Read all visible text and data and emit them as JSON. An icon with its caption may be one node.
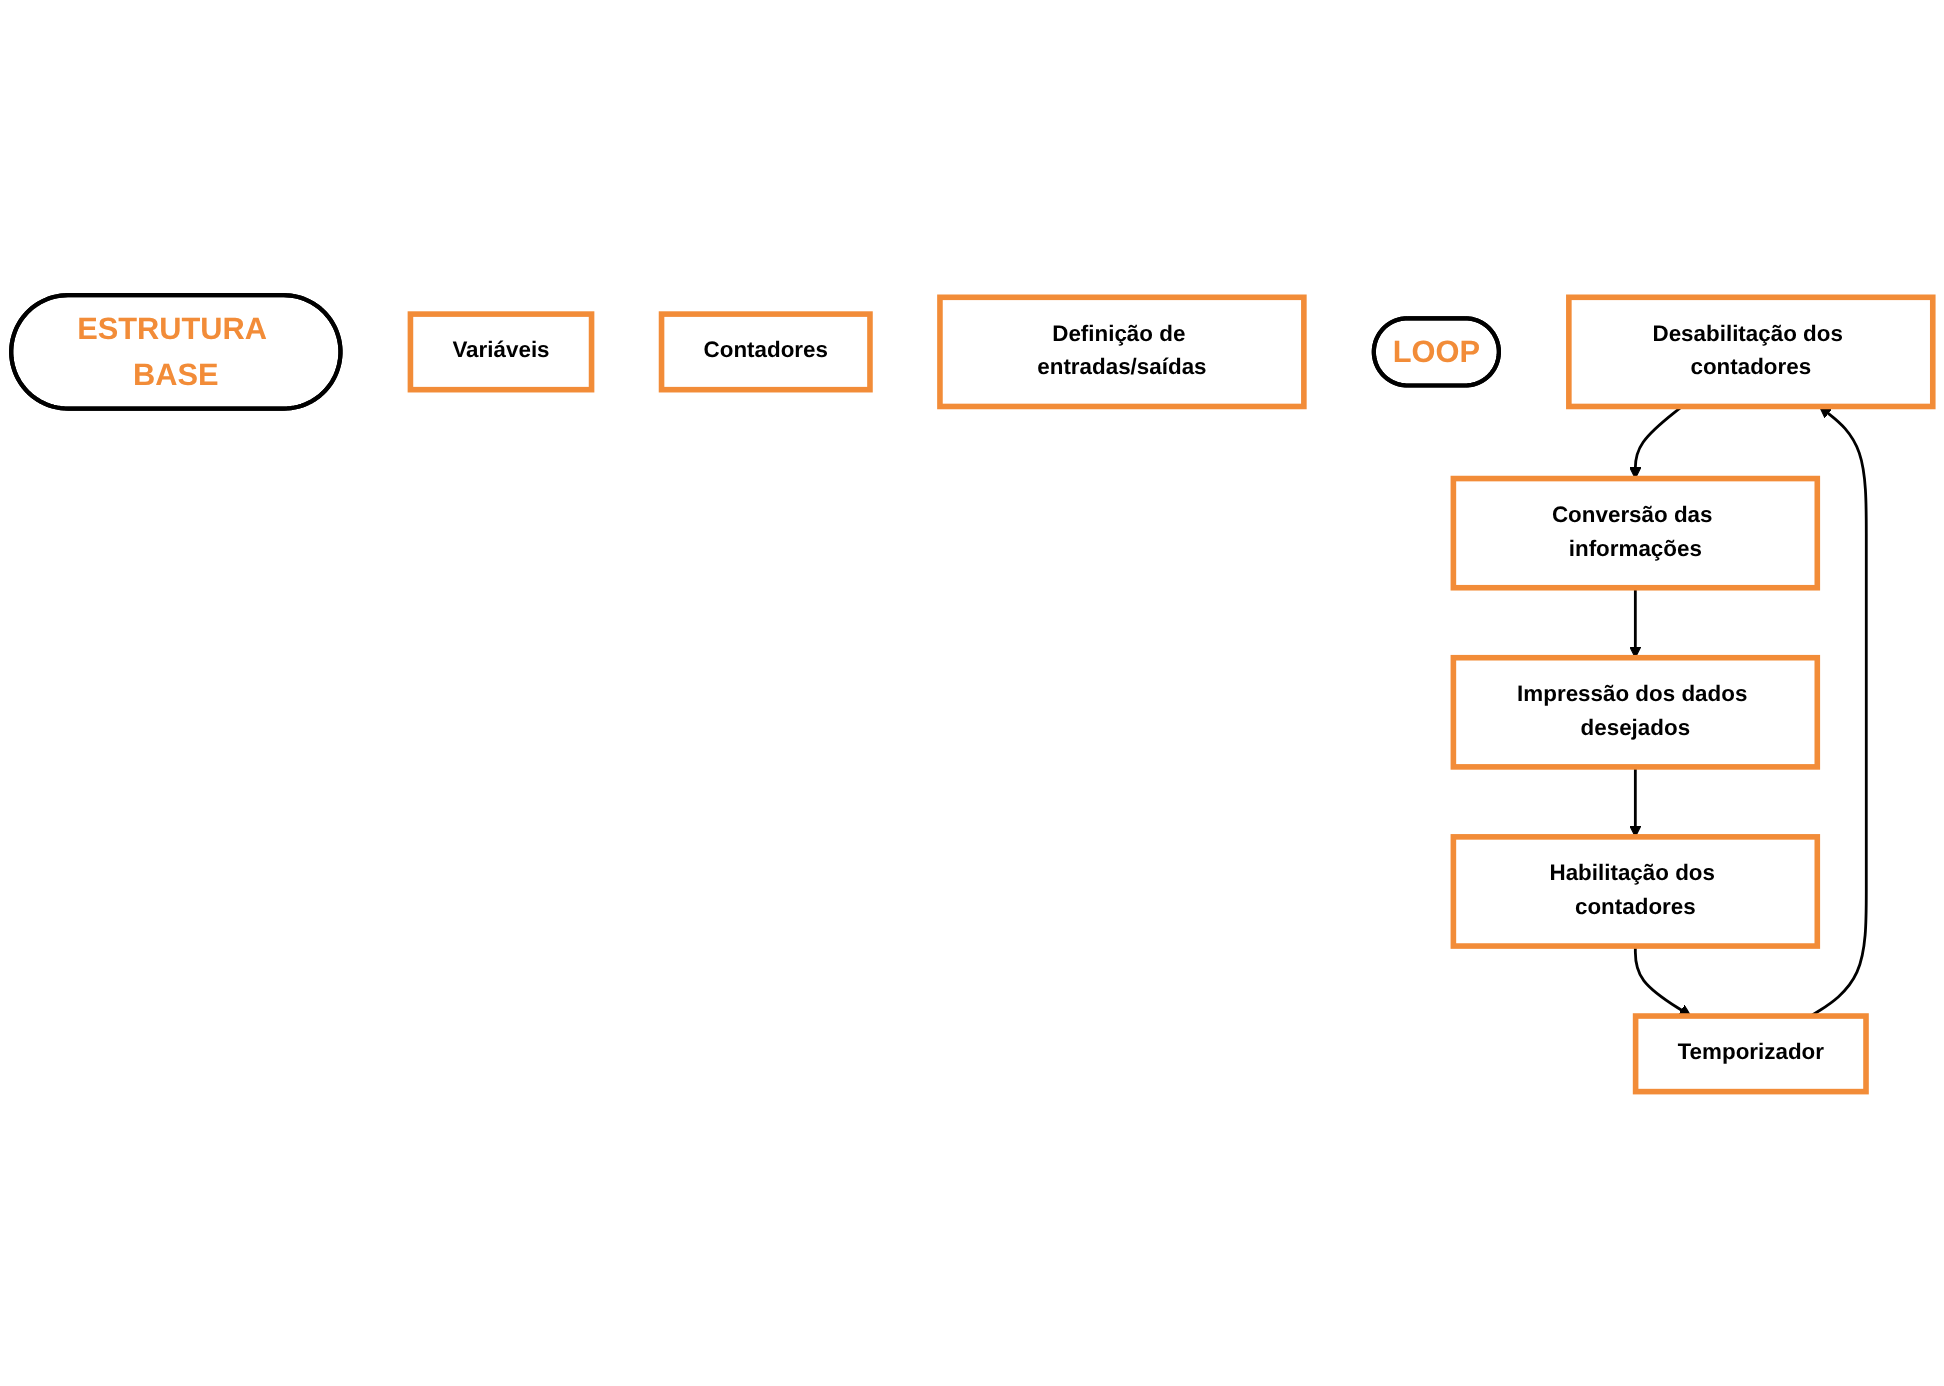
{
  "diagram": {
    "nodes": [
      {
        "text": [
          "ESTRUTURA BASE"
        ]
      },
      {
        "text": [
          "Variáveis"
        ]
      },
      {
        "text": [
          "Contadores"
        ]
      },
      {
        "text": [
          "Definição de entradas/saídas"
        ]
      },
      {
        "text": [
          "LOOP"
        ]
      },
      {
        "text": [
          "Desabilitação dos contadores"
        ]
      },
      {
        "text": [
          "Temporizador"
        ]
      },
      {
        "text": [
          "Habilitação dos contadores"
        ]
      },
      {
        "text": [
          "Conversão das informações"
        ]
      },
      {
        "text": [
          "Impressão dos dados desejados"
        ]
      }
    ],
    "edges": [
      {
        "from": 7,
        "to": 6,
        "arrow": "to"
      },
      {
        "from": 6,
        "to": 5,
        "arrow": "to"
      },
      {
        "from": 5,
        "to": 8,
        "arrow": "to"
      },
      {
        "from": 8,
        "to": 9,
        "arrow": "to"
      },
      {
        "from": 9,
        "to": 7,
        "arrow": "to"
      }
    ]
  }
}
